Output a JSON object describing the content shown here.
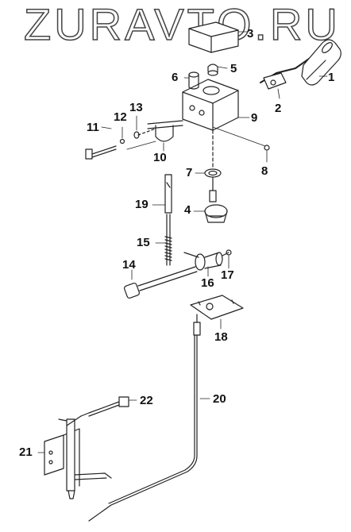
{
  "watermark": "ZURAVTO.RU",
  "corner_mark": "~",
  "callouts": [
    "1",
    "2",
    "3",
    "4",
    "5",
    "6",
    "7",
    "8",
    "9",
    "10",
    "11",
    "12",
    "13",
    "14",
    "15",
    "16",
    "17",
    "18",
    "19",
    "20",
    "21",
    "22"
  ]
}
